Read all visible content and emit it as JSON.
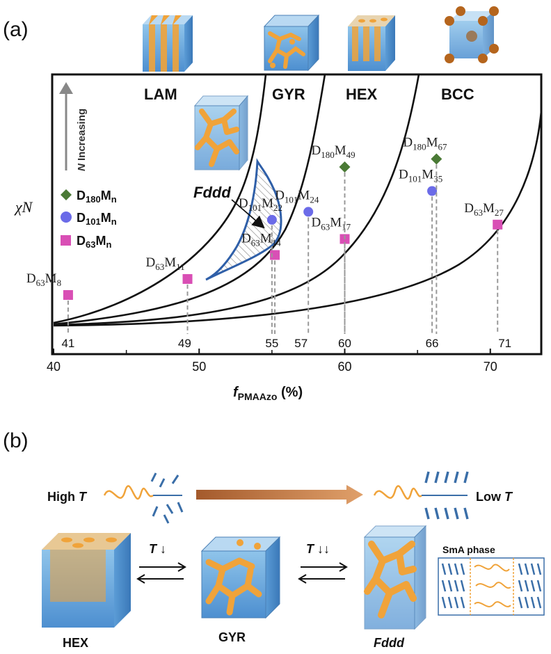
{
  "panel_a_label": "(a)",
  "panel_b_label": "(b)",
  "phases": [
    "LAM",
    "GYR",
    "HEX",
    "BCC"
  ],
  "fddd_label": "Fddd",
  "y_axis_label": "χN",
  "x_axis_label_sub": "PMAAzo",
  "x_axis_label_main": "f",
  "x_axis_unit": "(%)",
  "arrow_label_italic": "N",
  "arrow_label_rest": " Increasing",
  "legend": [
    {
      "base": "D",
      "sub": "180",
      "rest": "M",
      "sub2": "n",
      "marker": "diamond",
      "color": "#4a7a35"
    },
    {
      "base": "D",
      "sub": "101",
      "rest": "M",
      "sub2": "n",
      "marker": "circle",
      "color": "#6b6be8"
    },
    {
      "base": "D",
      "sub": "63",
      "rest": "M",
      "sub2": "n",
      "marker": "square",
      "color": "#d94fb5"
    }
  ],
  "chart_data": {
    "type": "scatter",
    "xlabel": "fPMAAzo (%)",
    "ylabel": "χN",
    "xlim": [
      40,
      73.5
    ],
    "xticks": [
      40,
      50,
      60,
      70
    ],
    "vertical_marks": [
      41,
      49,
      55,
      57,
      60,
      66,
      71
    ],
    "points": [
      {
        "label_base": "D",
        "label_sub": "63",
        "label_m": "M",
        "label_sub2": "8",
        "x": 41,
        "y": 0.2,
        "series": "D63Mn"
      },
      {
        "label_base": "D",
        "label_sub": "63",
        "label_m": "M",
        "label_sub2": "11",
        "x": 49.2,
        "y": 0.3,
        "series": "D63Mn"
      },
      {
        "label_base": "D",
        "label_sub": "63",
        "label_m": "M",
        "label_sub2": "14",
        "x": 55.2,
        "y": 0.45,
        "series": "D63Mn"
      },
      {
        "label_base": "D",
        "label_sub": "63",
        "label_m": "M",
        "label_sub2": "17",
        "x": 60,
        "y": 0.55,
        "series": "D63Mn"
      },
      {
        "label_base": "D",
        "label_sub": "63",
        "label_m": "M",
        "label_sub2": "27",
        "x": 70.5,
        "y": 0.64,
        "series": "D63Mn"
      },
      {
        "label_base": "D",
        "label_sub": "101",
        "label_m": "M",
        "label_sub2": "22",
        "x": 55,
        "y": 0.67,
        "series": "D101Mn"
      },
      {
        "label_base": "D",
        "label_sub": "101",
        "label_m": "M",
        "label_sub2": "24",
        "x": 57.5,
        "y": 0.72,
        "series": "D101Mn"
      },
      {
        "label_base": "D",
        "label_sub": "101",
        "label_m": "M",
        "label_sub2": "35",
        "x": 66,
        "y": 0.85,
        "series": "D101Mn"
      },
      {
        "label_base": "D",
        "label_sub": "180",
        "label_m": "M",
        "label_sub2": "49",
        "x": 60,
        "y": 1.0,
        "series": "D180Mn"
      },
      {
        "label_base": "D",
        "label_sub": "180",
        "label_m": "M",
        "label_sub2": "67",
        "x": 66.3,
        "y": 1.05,
        "series": "D180Mn"
      }
    ]
  },
  "panel_b": {
    "high_t_main": "High ",
    "high_t_italic": "T",
    "low_t_main": "Low ",
    "low_t_italic": "T",
    "step1_italic": "T",
    "step1_arrow": " ↓",
    "step2_italic": "T",
    "step2_arrow": " ↓↓",
    "smA": "SmA phase",
    "labels": [
      "HEX",
      "GYR",
      "Fddd"
    ]
  }
}
